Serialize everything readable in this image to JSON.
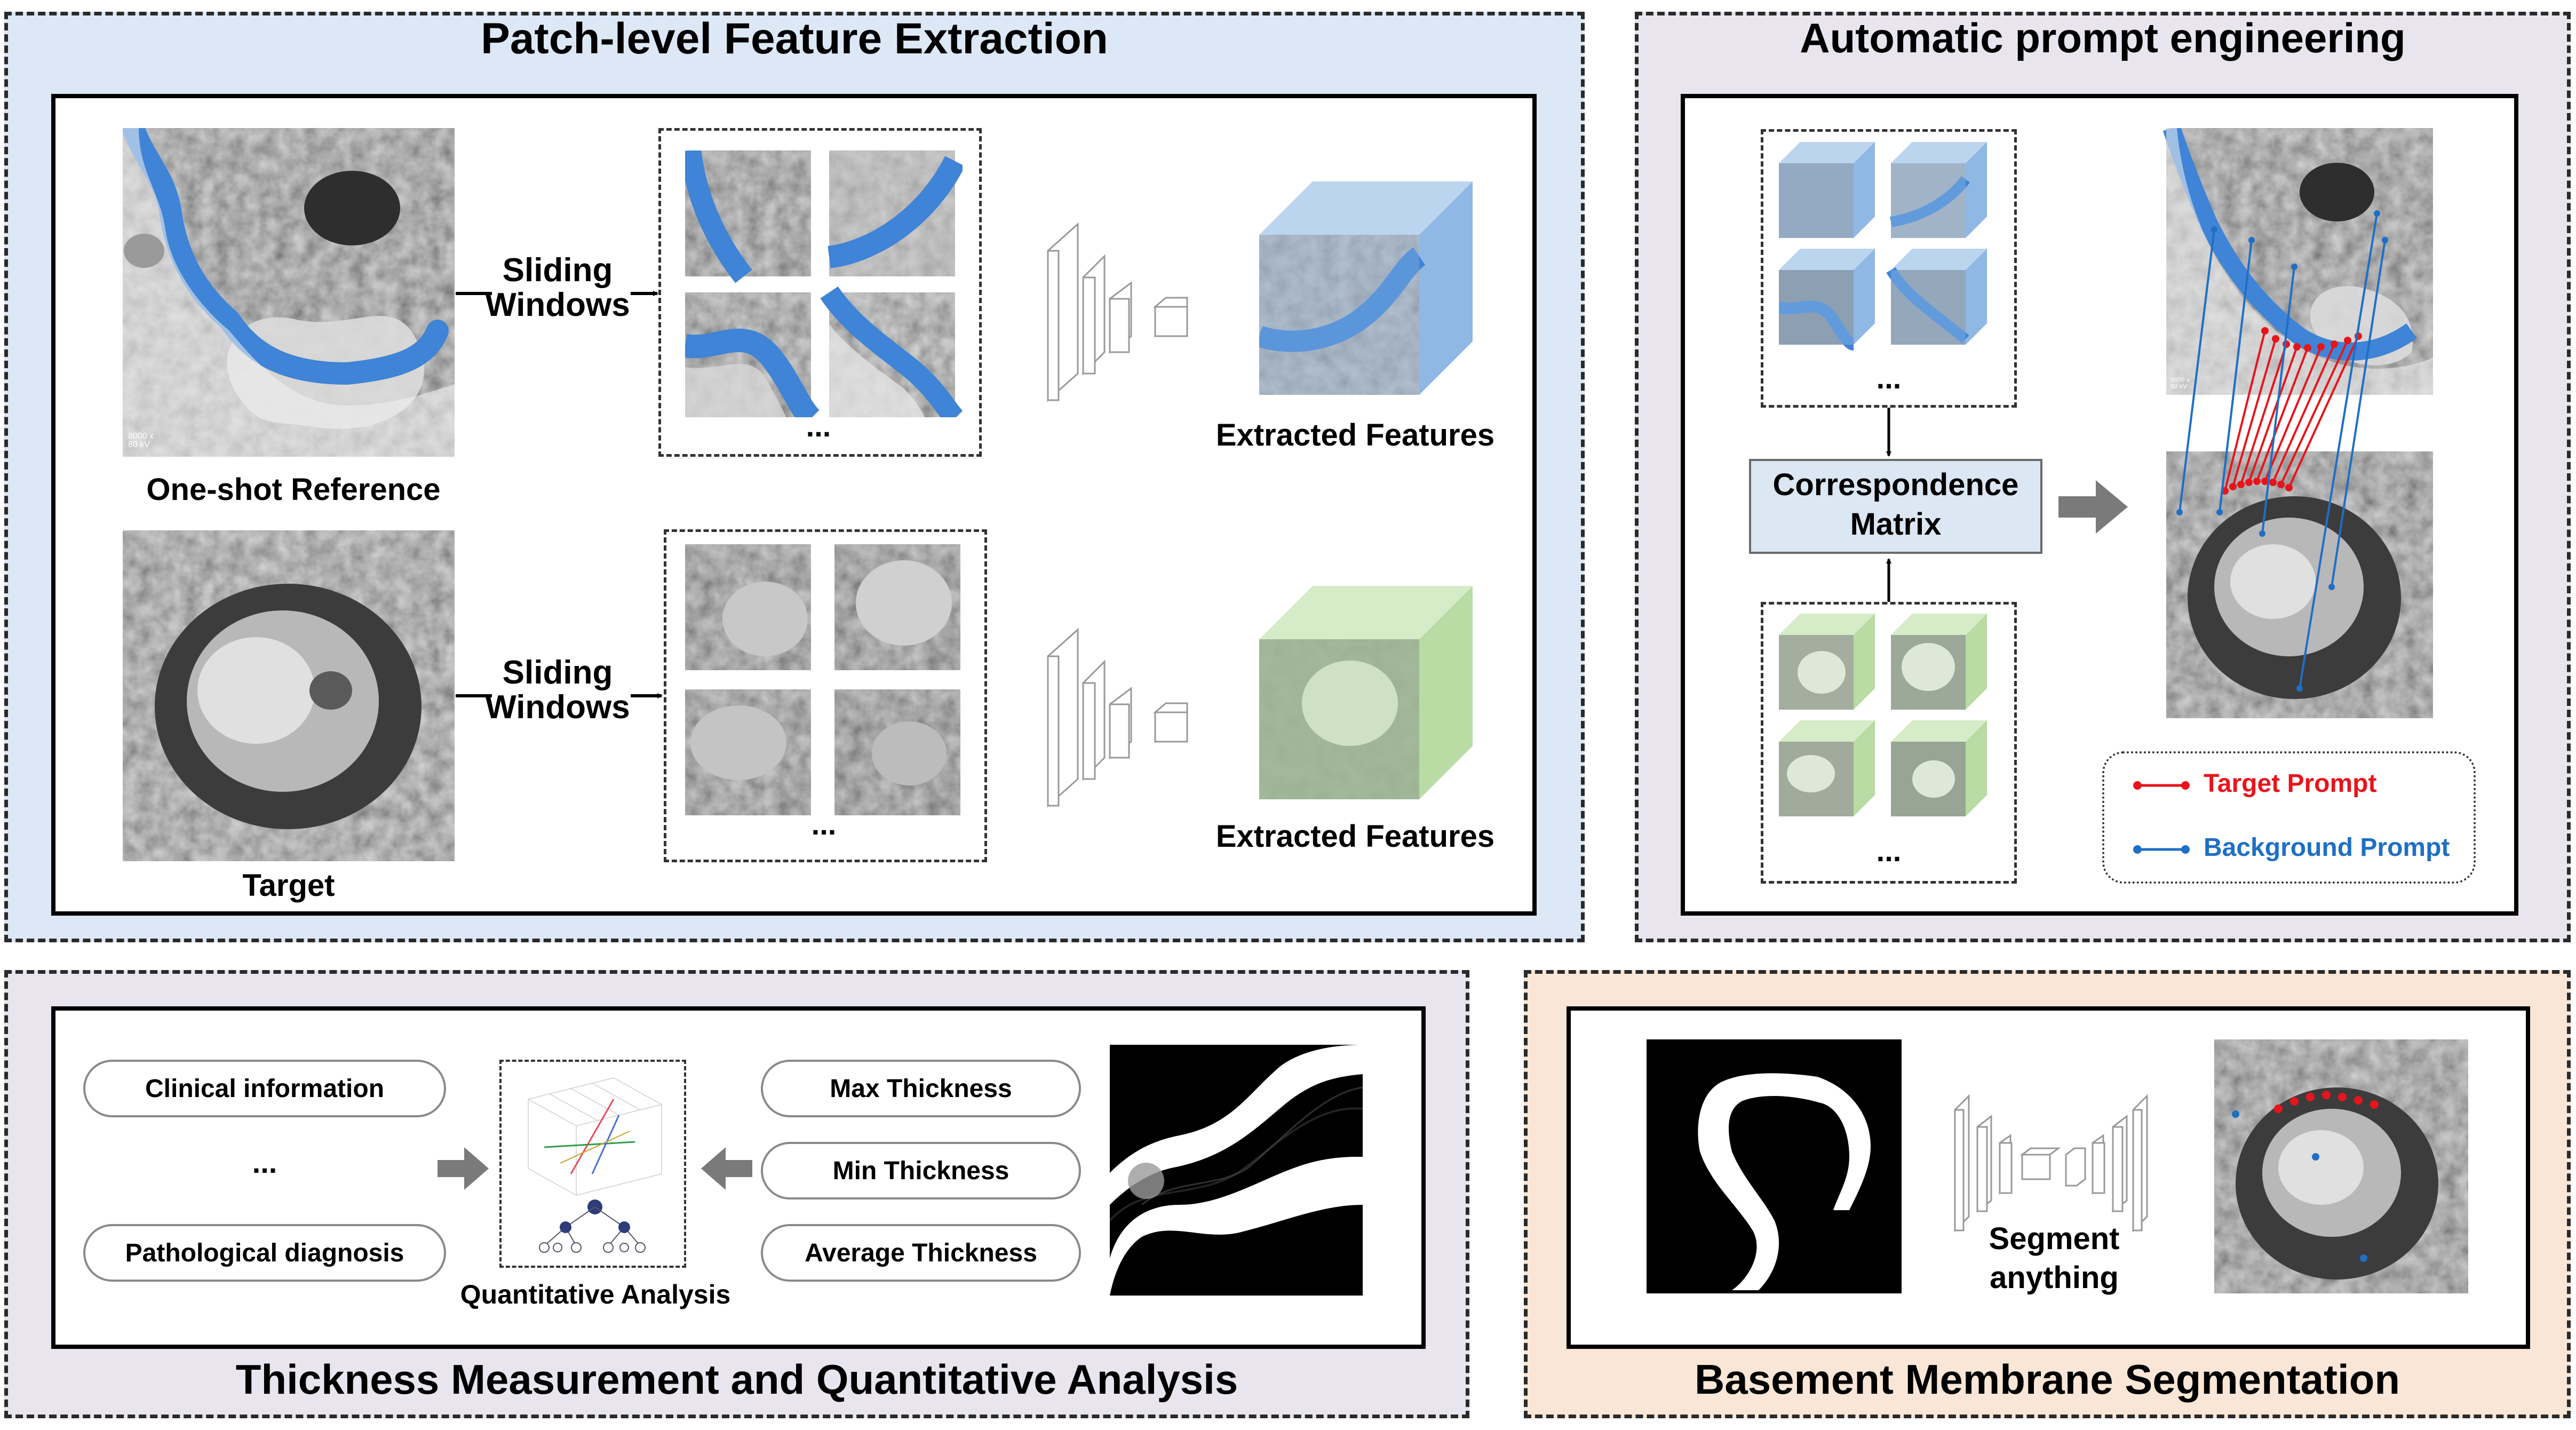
{
  "panels": {
    "patch": {
      "title": "Patch-level Feature Extraction",
      "reference_label": "One-shot Reference",
      "target_label": "Target",
      "sliding_windows_top": "Sliding\nWindows",
      "sliding_windows_bottom": "Sliding\nWindows",
      "ellipsis_top": "...",
      "ellipsis_bottom": "...",
      "features_top": "Extracted Features",
      "features_bottom": "Extracted Features",
      "micrograph_scale": "8000 x\n80 kV"
    },
    "prompt": {
      "title": "Automatic prompt engineering",
      "matrix_label": "Correspondence\nMatrix",
      "ellipsis_top": "...",
      "ellipsis_bottom": "...",
      "micrograph_scale": "8000 x\n80 kV",
      "legend": {
        "target": "Target Prompt",
        "background": "Background Prompt"
      }
    },
    "thickness": {
      "title": "Thickness Measurement and Quantitative Analysis",
      "left_items": [
        "Clinical information",
        "...",
        "Pathological diagnosis"
      ],
      "right_items": [
        "Max Thickness",
        "Min Thickness",
        "Average Thickness"
      ],
      "analysis_label": "Quantitative Analysis"
    },
    "segmentation": {
      "title": "Basement Membrane Segmentation",
      "model_label": "Segment\nanything"
    }
  },
  "colors": {
    "panel_blue": "#dce8f5",
    "panel_lavender": "#e8e5ee",
    "panel_peach": "#f9e6d6",
    "membrane_blue": "#3f84d6",
    "feature_blue": "#8fb8e4",
    "feature_green": "#b8dca4",
    "target_prompt": "#e8141b",
    "background_prompt": "#1f6fc4",
    "matrix_fill": "#dbe7f3"
  }
}
